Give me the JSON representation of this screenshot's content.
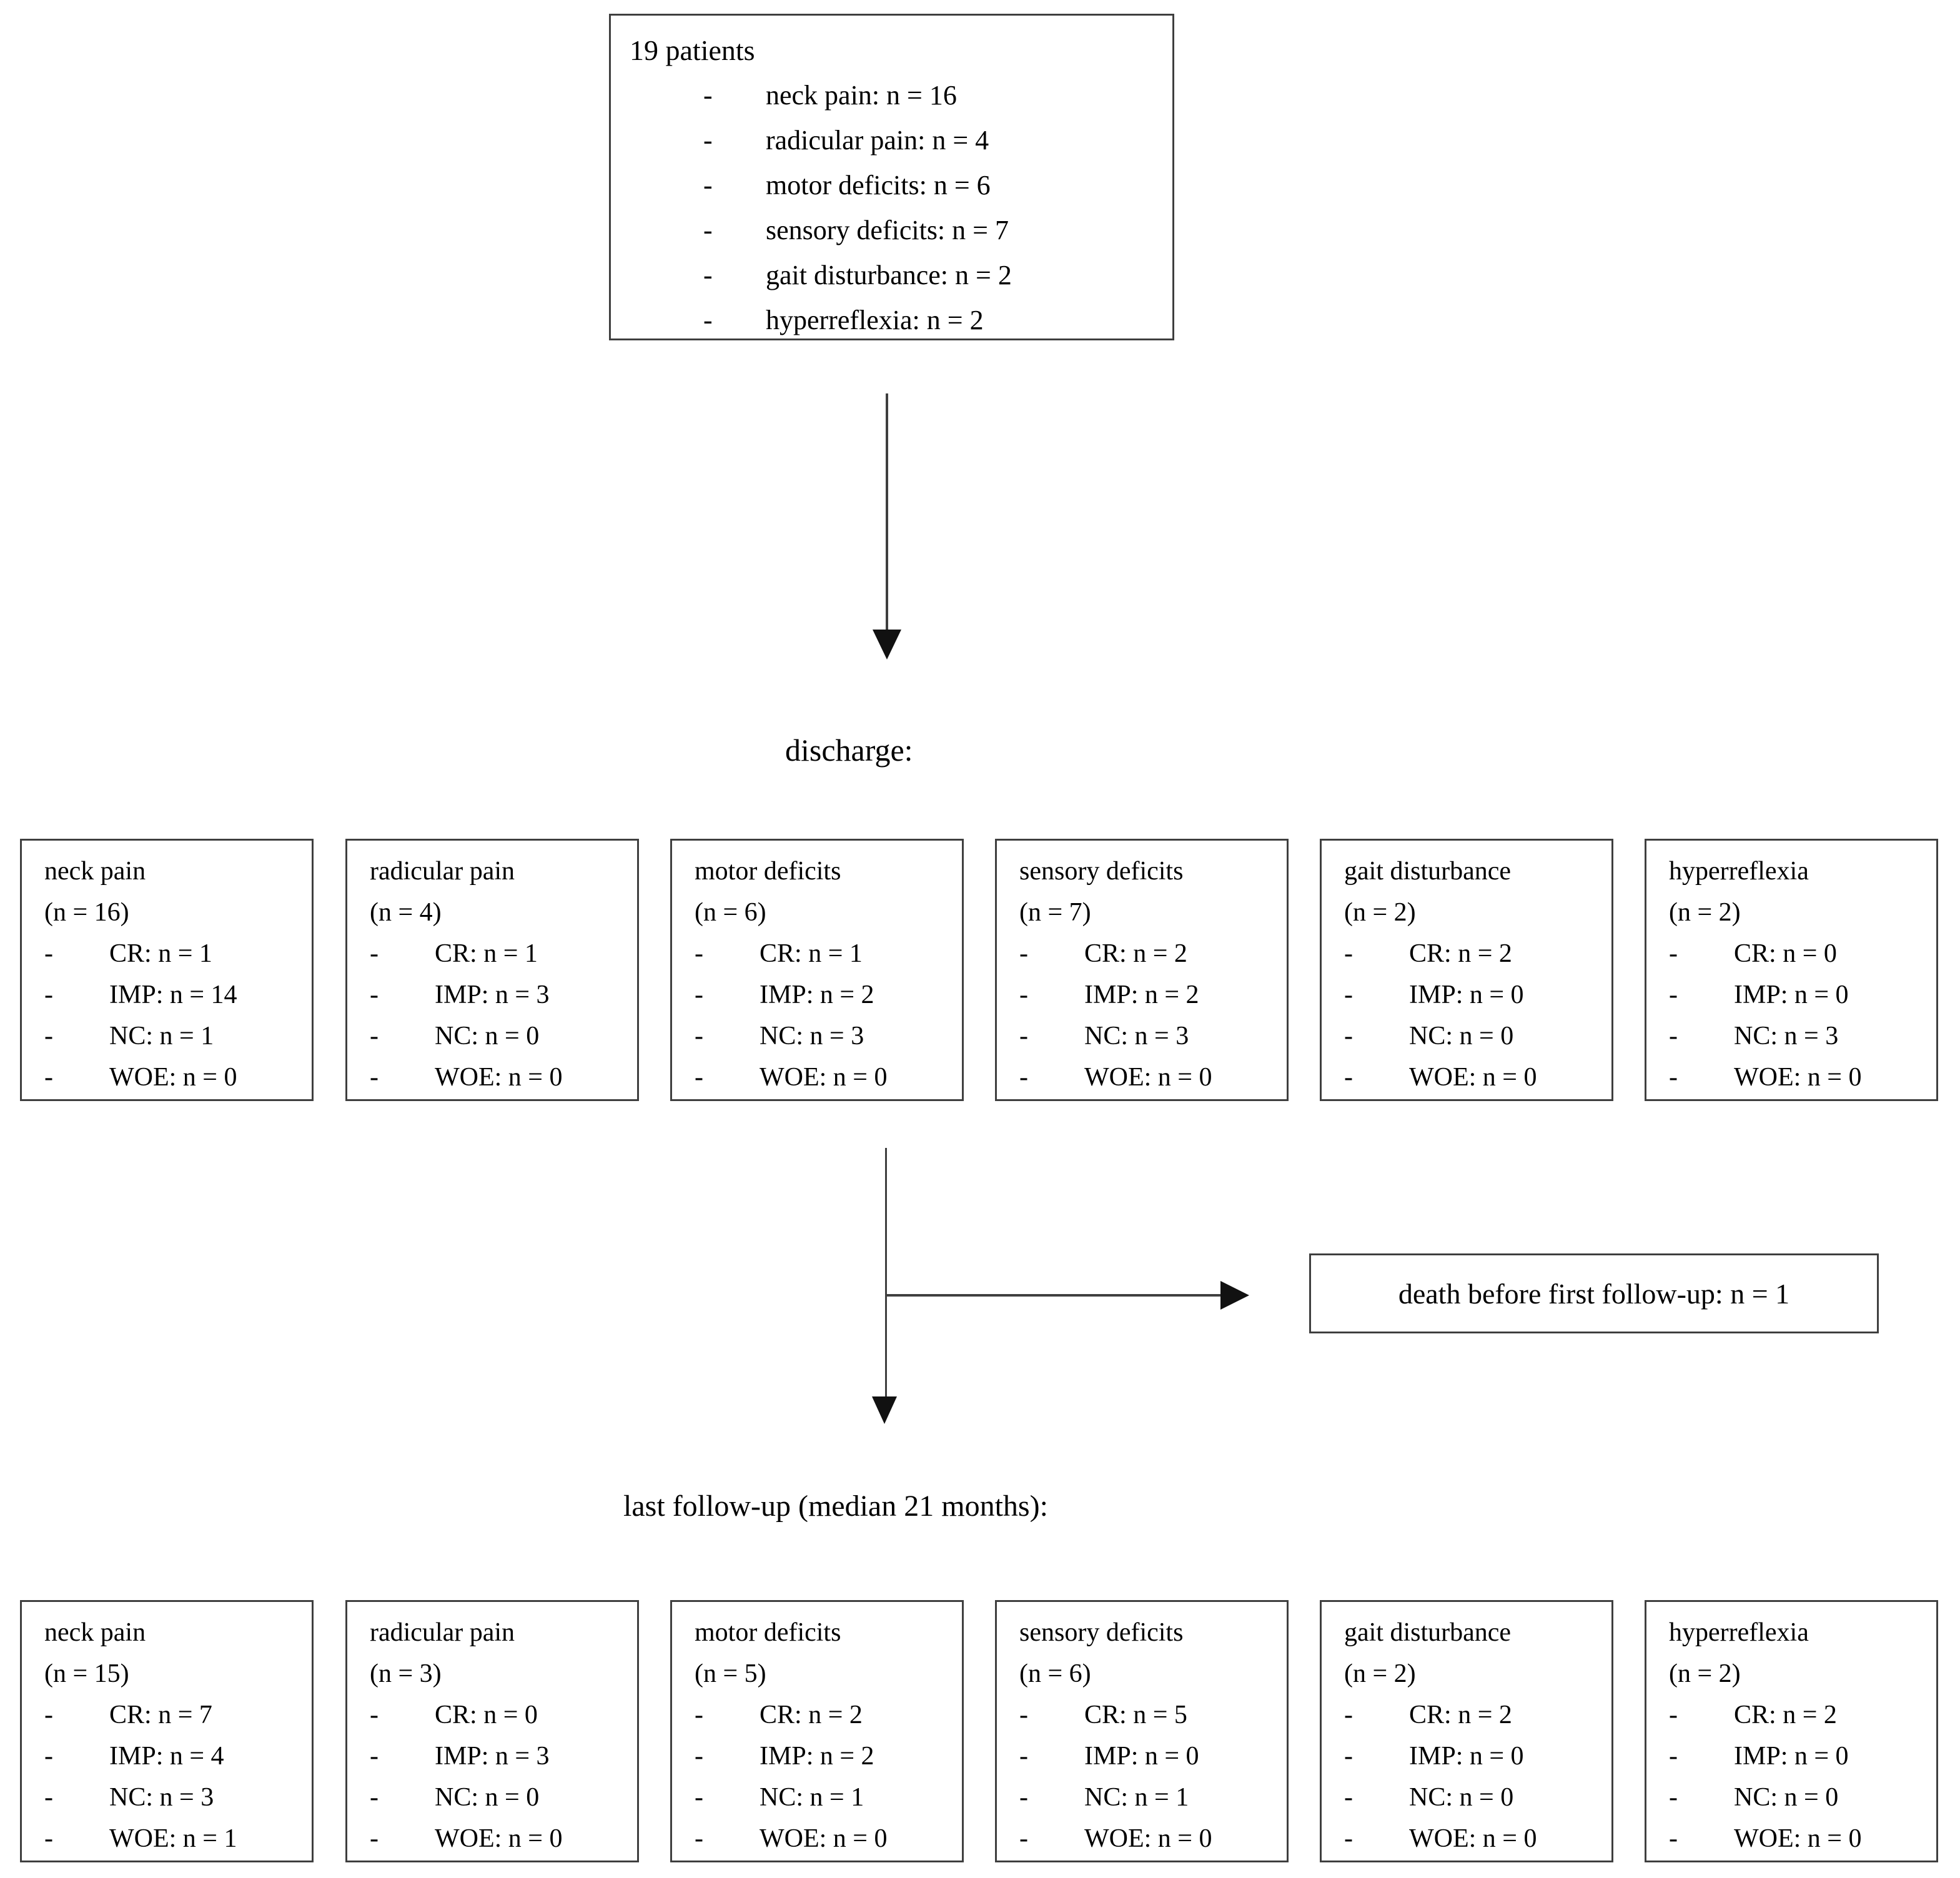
{
  "bullet": "-",
  "colors": {
    "ink": "#000000",
    "box_border": "#3f3f3f",
    "background": "#ffffff"
  },
  "labels": {
    "discharge": "discharge:",
    "followup": "last follow-up (median 21 months):"
  },
  "initial_box": {
    "title": "19 patients",
    "items": [
      "neck pain: n = 16",
      "radicular pain: n = 4",
      "motor deficits: n = 6",
      "sensory deficits: n = 7",
      "gait disturbance: n = 2",
      "hyperreflexia: n = 2"
    ]
  },
  "side_box": {
    "text": "death before first follow-up: n = 1"
  },
  "discharge_boxes": [
    {
      "title": "neck pain",
      "n": "(n = 16)",
      "outcomes": [
        "CR: n = 1",
        "IMP: n = 14",
        "NC: n = 1",
        "WOE: n = 0"
      ]
    },
    {
      "title": "radicular pain",
      "n": "(n = 4)",
      "outcomes": [
        "CR: n = 1",
        "IMP: n = 3",
        "NC: n = 0",
        "WOE: n = 0"
      ]
    },
    {
      "title": "motor deficits",
      "n": "(n = 6)",
      "outcomes": [
        "CR: n = 1",
        "IMP: n = 2",
        "NC: n = 3",
        "WOE: n = 0"
      ]
    },
    {
      "title": "sensory deficits",
      "n": "(n = 7)",
      "outcomes": [
        "CR: n = 2",
        "IMP: n = 2",
        "NC: n = 3",
        "WOE: n = 0"
      ]
    },
    {
      "title": "gait disturbance",
      "n": "(n = 2)",
      "outcomes": [
        "CR: n = 2",
        "IMP: n = 0",
        "NC: n = 0",
        "WOE: n = 0"
      ]
    },
    {
      "title": "hyperreflexia",
      "n": "(n = 2)",
      "outcomes": [
        "CR: n = 0",
        "IMP: n = 0",
        "NC: n = 3",
        "WOE: n = 0"
      ]
    }
  ],
  "followup_boxes": [
    {
      "title": "neck pain",
      "n": "(n = 15)",
      "outcomes": [
        "CR: n = 7",
        "IMP: n = 4",
        "NC: n = 3",
        "WOE: n = 1"
      ]
    },
    {
      "title": "radicular pain",
      "n": "(n = 3)",
      "outcomes": [
        "CR: n = 0",
        "IMP: n = 3",
        "NC: n = 0",
        "WOE: n = 0"
      ]
    },
    {
      "title": "motor deficits",
      "n": "(n = 5)",
      "outcomes": [
        "CR: n = 2",
        "IMP: n = 2",
        "NC: n = 1",
        "WOE: n = 0"
      ]
    },
    {
      "title": "sensory deficits",
      "n": "(n = 6)",
      "outcomes": [
        "CR: n = 5",
        "IMP: n = 0",
        "NC: n = 1",
        "WOE: n = 0"
      ]
    },
    {
      "title": "gait disturbance",
      "n": "(n = 2)",
      "outcomes": [
        "CR: n = 2",
        "IMP: n = 0",
        "NC: n = 0",
        "WOE: n = 0"
      ]
    },
    {
      "title": "hyperreflexia",
      "n": "(n = 2)",
      "outcomes": [
        "CR: n = 2",
        "IMP: n = 0",
        "NC: n = 0",
        "WOE: n = 0"
      ]
    }
  ]
}
